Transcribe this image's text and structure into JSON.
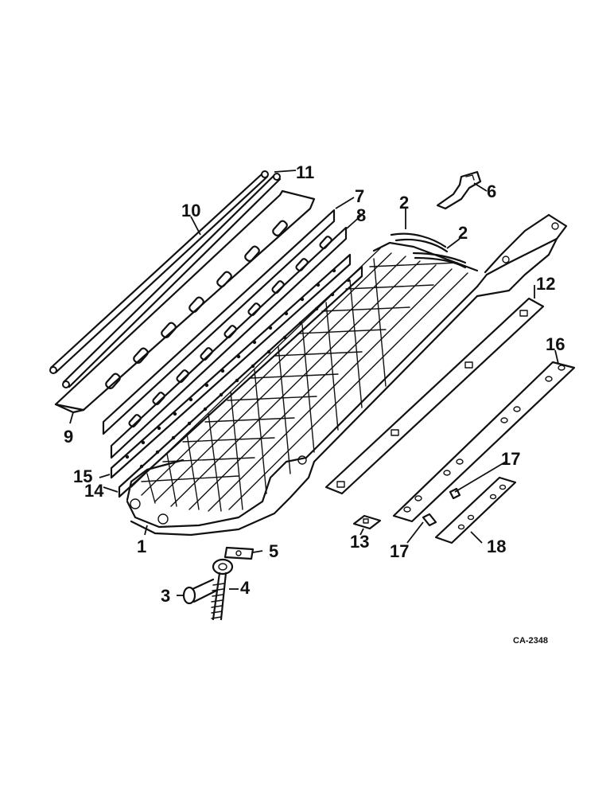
{
  "diagram": {
    "callouts": {
      "c1": "1",
      "c2a": "2",
      "c2b": "2",
      "c3": "3",
      "c4": "4",
      "c5": "5",
      "c6": "6",
      "c7": "7",
      "c8": "8",
      "c9": "9",
      "c10": "10",
      "c11": "11",
      "c12": "12",
      "c13": "13",
      "c14": "14",
      "c15": "15",
      "c16": "16",
      "c17a": "17",
      "c17b": "17",
      "c18": "18"
    },
    "reference_code": "CA-2348"
  }
}
